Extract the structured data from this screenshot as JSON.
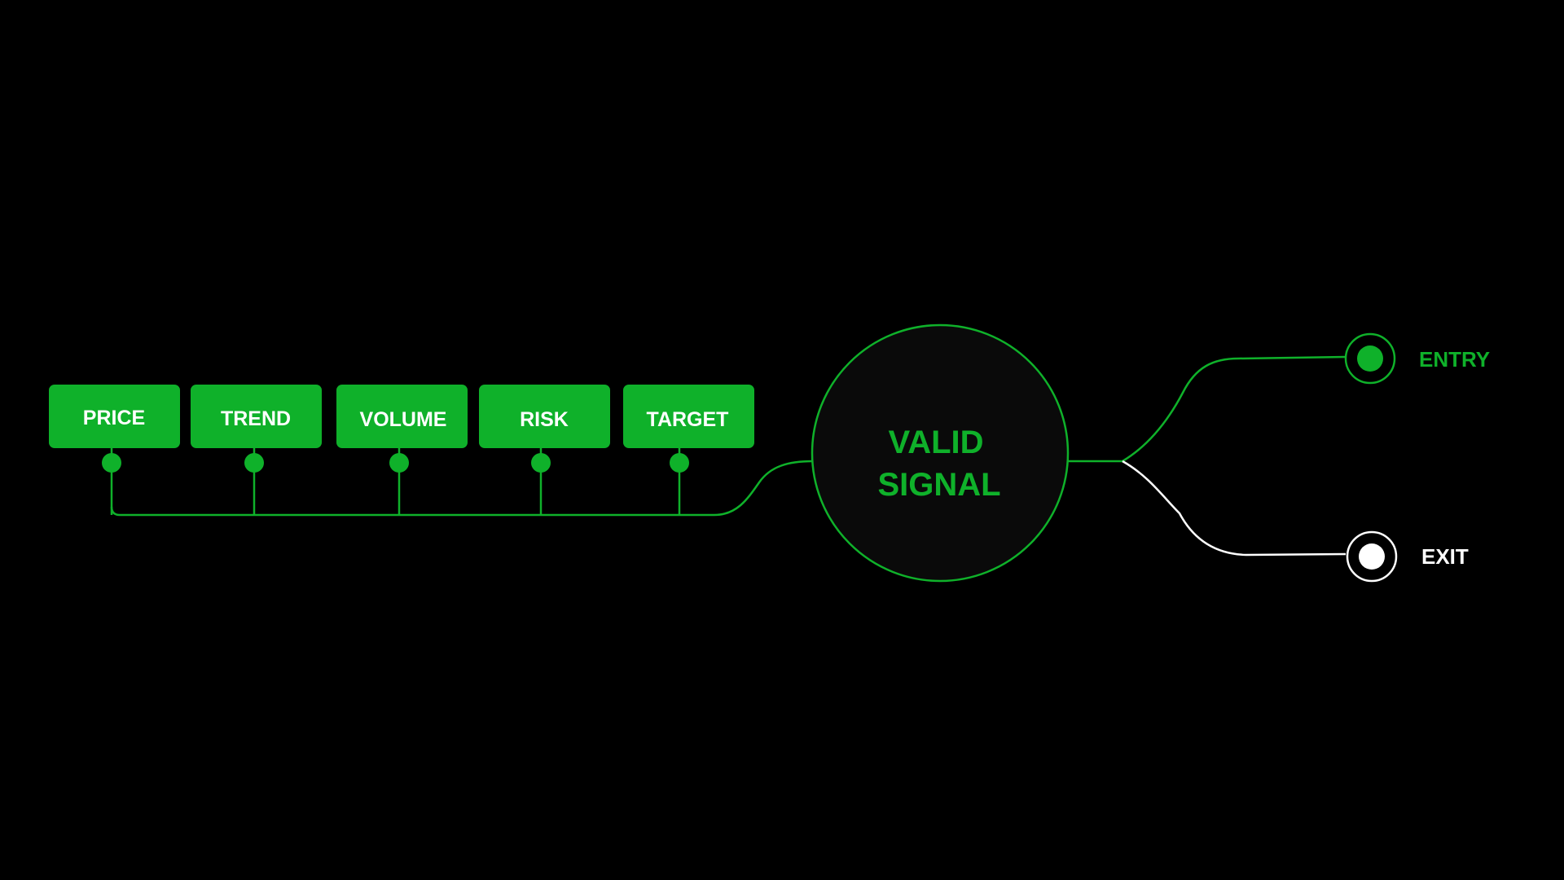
{
  "colors": {
    "background": "#000000",
    "accent": "#0fb12a",
    "exit": "#ffffff",
    "node_fill": "#0a0a0a",
    "input_text": "#ffffff"
  },
  "inputs": [
    {
      "label": "PRICE"
    },
    {
      "label": "TREND"
    },
    {
      "label": "VOLUME"
    },
    {
      "label": "RISK"
    },
    {
      "label": "TARGET"
    }
  ],
  "center": {
    "line1": "VALID",
    "line2": "SIGNAL"
  },
  "outputs": {
    "entry": {
      "label": "ENTRY"
    },
    "exit": {
      "label": "EXIT"
    }
  }
}
